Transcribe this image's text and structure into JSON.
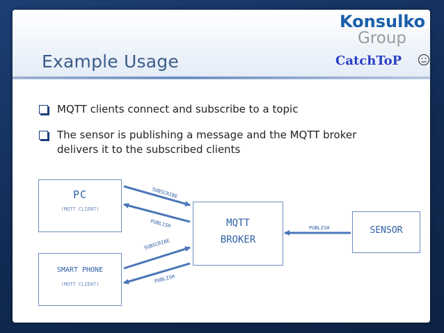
{
  "slide": {
    "title": "Example Usage",
    "logos": {
      "konsulko_line1": "Konsulko",
      "konsulko_line2": "Group",
      "catchtop": "CatchToP"
    },
    "bullets": [
      "MQTT clients connect and subscribe to a topic",
      "The sensor is publishing a message and the MQTT broker delivers it to the subscribed clients"
    ]
  },
  "diagram": {
    "nodes": {
      "pc": {
        "label": "PC",
        "sublabel": "(MQTT CLIENT)"
      },
      "smartphone": {
        "label": "SMART PHONE",
        "sublabel": "(MQTT CLIENT)"
      },
      "broker": {
        "label_line1": "MQTT",
        "label_line2": "BROKER"
      },
      "sensor": {
        "label": "SENSOR"
      }
    },
    "edges": {
      "pc_subscribe": "SUBSCRIBE",
      "pc_publish": "PUBLISH",
      "phone_subscribe": "SUBSCRIBE",
      "phone_publish": "PUBLISH",
      "sensor_publish": "PUBLISH"
    }
  },
  "colors": {
    "accent": "#2f60a6",
    "arrow": "#4a76b8",
    "title": "#3b5c8a",
    "background": "#14315f"
  }
}
